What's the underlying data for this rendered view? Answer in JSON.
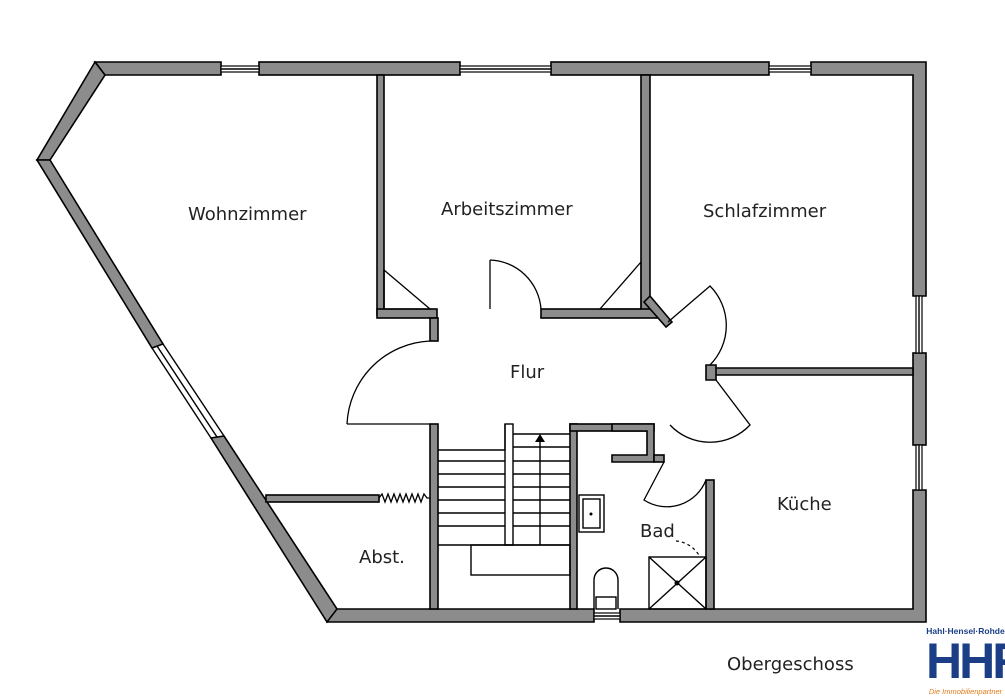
{
  "rooms": {
    "wohnzimmer": "Wohnzimmer",
    "arbeitszimmer": "Arbeitszimmer",
    "schlafzimmer": "Schlafzimmer",
    "flur": "Flur",
    "kueche": "Küche",
    "bad": "Bad",
    "abstellraum": "Abst."
  },
  "floor_caption": "Obergeschoss",
  "logo": {
    "top_line": "Hahl·Hensel·Rohde",
    "letters": "HHR",
    "bottom_line": "Die Immobilienpartner",
    "primary_color": "#1b3e86",
    "accent_color": "#e07b1a"
  },
  "colors": {
    "wall_fill": "#8c8c8c",
    "line": "#000000",
    "background": "#ffffff"
  }
}
